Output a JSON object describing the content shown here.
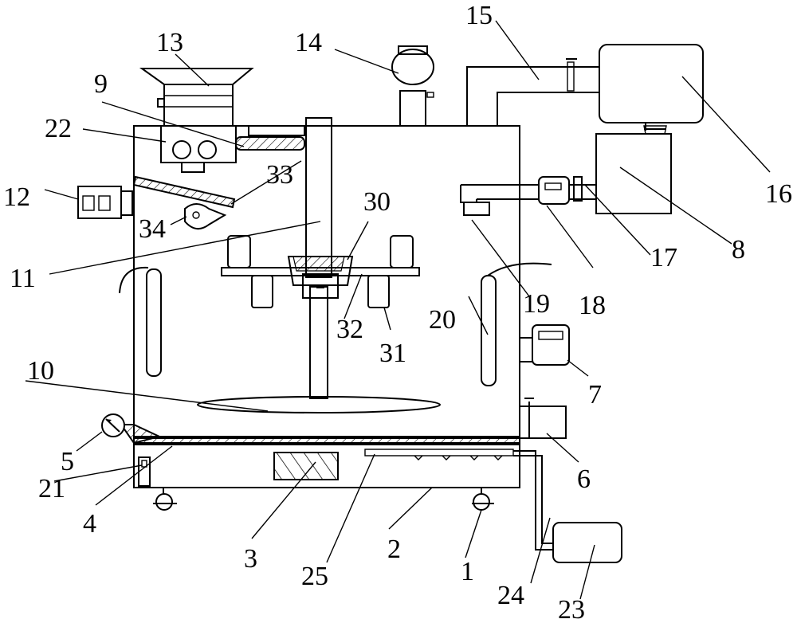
{
  "diagram": {
    "labels": [
      "1",
      "2",
      "3",
      "4",
      "5",
      "6",
      "7",
      "8",
      "9",
      "10",
      "11",
      "12",
      "13",
      "14",
      "15",
      "16",
      "17",
      "18",
      "19",
      "20",
      "21",
      "22",
      "23",
      "24",
      "25",
      "30",
      "31",
      "32",
      "33",
      "34"
    ]
  }
}
